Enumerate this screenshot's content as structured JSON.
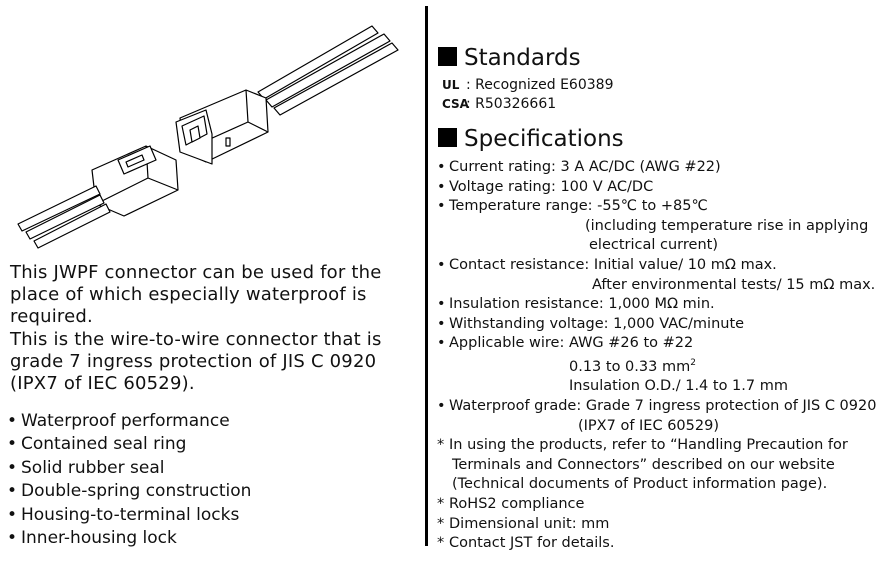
{
  "intro": {
    "paragraph1": "This JWPF connector can be used for the place of which especially waterproof is required.",
    "paragraph2": "This is the wire-to-wire connector that is grade 7 ingress protection of JIS C 0920 (IPX7 of IEC 60529)."
  },
  "features": [
    "Waterproof performance",
    "Contained seal ring",
    "Solid rubber seal",
    "Double-spring construction",
    "Housing-to-terminal locks",
    "Inner-housing lock"
  ],
  "standards": {
    "title": "Standards",
    "ul_mark": "UL",
    "ul_text": ": Recognized E60389",
    "csa_mark": "CSA",
    "csa_text": ": R50326661"
  },
  "specifications": {
    "title": "Specifications",
    "current_rating": "Current rating: 3 A AC/DC (AWG #22)",
    "voltage_rating": "Voltage rating: 100 V AC/DC",
    "temperature_range": "Temperature range: -55℃ to +85℃",
    "temperature_note_1": "(including temperature rise in applying",
    "temperature_note_2": "electrical current)",
    "contact_resistance": "Contact resistance: Initial value/ 10 mΩ max.",
    "contact_resistance_2": "After environmental tests/ 15 mΩ max.",
    "insulation_resistance": "Insulation resistance: 1,000 MΩ min.",
    "withstanding_voltage": "Withstanding voltage: 1,000 VAC/minute",
    "applicable_wire": "Applicable wire: AWG #26 to #22",
    "applicable_wire_2": "0.13 to 0.33 mm",
    "applicable_wire_2_sup": "2",
    "applicable_wire_3": "Insulation O.D./ 1.4 to 1.7 mm",
    "waterproof_grade": "Waterproof grade: Grade 7 ingress protection of JIS C 0920",
    "waterproof_grade_2": "(IPX7 of IEC 60529)",
    "note_handling_1": "In using the products, refer to “Handling Precaution for",
    "note_handling_2": "Terminals and Connectors” described on our website",
    "note_handling_3": "(Technical documents of Product information page).",
    "note_rohs": "RoHS2 compliance",
    "note_unit": "Dimensional unit: mm",
    "note_contact": "Contact JST for details."
  }
}
